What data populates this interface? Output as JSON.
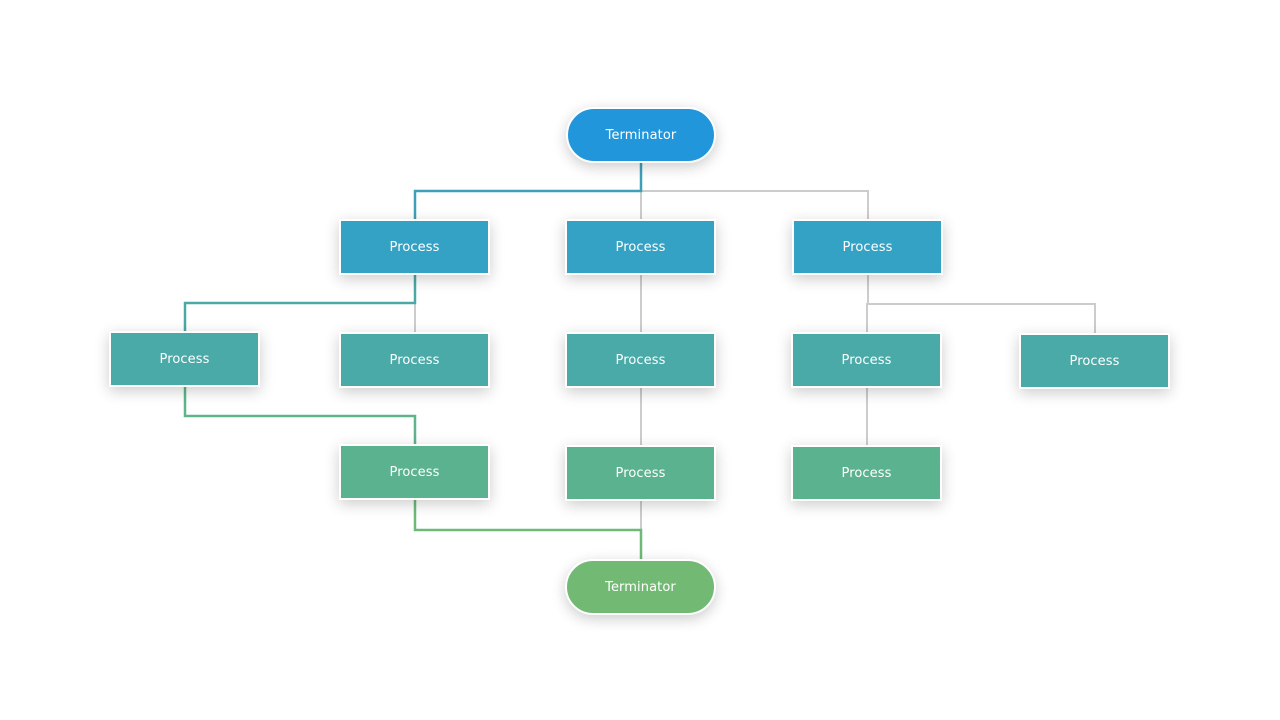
{
  "diagram": {
    "colors": {
      "terminator_top": "#2196db",
      "row1": "#34a2c4",
      "row2": "#4aaaa7",
      "row3": "#5ab28f",
      "terminator_bottom": "#72ba74",
      "gray_line": "#cccccc",
      "path_blue": "#3ea0b7",
      "path_teal": "#4aa9a6",
      "path_green": "#5fb48a",
      "path_green2": "#6dba78"
    },
    "nodes": [
      {
        "id": "term-top",
        "kind": "terminator",
        "label": "Terminator",
        "color": "terminator_top"
      },
      {
        "id": "p1a",
        "kind": "process",
        "label": "Process",
        "color": "row1"
      },
      {
        "id": "p1b",
        "kind": "process",
        "label": "Process",
        "color": "row1"
      },
      {
        "id": "p1c",
        "kind": "process",
        "label": "Process",
        "color": "row1"
      },
      {
        "id": "p2a",
        "kind": "process",
        "label": "Process",
        "color": "row2"
      },
      {
        "id": "p2b",
        "kind": "process",
        "label": "Process",
        "color": "row2"
      },
      {
        "id": "p2c",
        "kind": "process",
        "label": "Process",
        "color": "row2"
      },
      {
        "id": "p2d",
        "kind": "process",
        "label": "Process",
        "color": "row2"
      },
      {
        "id": "p2e",
        "kind": "process",
        "label": "Process",
        "color": "row2"
      },
      {
        "id": "p3a",
        "kind": "process",
        "label": "Process",
        "color": "row3"
      },
      {
        "id": "p3b",
        "kind": "process",
        "label": "Process",
        "color": "row3"
      },
      {
        "id": "p3c",
        "kind": "process",
        "label": "Process",
        "color": "row3"
      },
      {
        "id": "term-bottom",
        "kind": "terminator",
        "label": "Terminator",
        "color": "terminator_bottom"
      }
    ],
    "edges": [
      {
        "from": "term-top",
        "to": "p1b",
        "style": "gray"
      },
      {
        "from": "term-top",
        "to": "p1c",
        "style": "gray"
      },
      {
        "from": "p1a",
        "to": "p2b",
        "style": "gray"
      },
      {
        "from": "p1b",
        "to": "p2c",
        "style": "gray"
      },
      {
        "from": "p1c",
        "to": "p2d",
        "style": "gray"
      },
      {
        "from": "p1c",
        "to": "p2e",
        "style": "gray"
      },
      {
        "from": "p2c",
        "to": "p3b",
        "style": "gray"
      },
      {
        "from": "p2d",
        "to": "p3c",
        "style": "gray"
      },
      {
        "from": "p3b",
        "to": "term-bottom",
        "style": "gray"
      },
      {
        "from": "term-top",
        "to": "p1a",
        "style": "path_blue"
      },
      {
        "from": "p1a",
        "to": "p2a",
        "style": "path_teal"
      },
      {
        "from": "p2a",
        "to": "p3a",
        "style": "path_green"
      },
      {
        "from": "p3a",
        "to": "term-bottom",
        "style": "path_green2"
      }
    ]
  }
}
